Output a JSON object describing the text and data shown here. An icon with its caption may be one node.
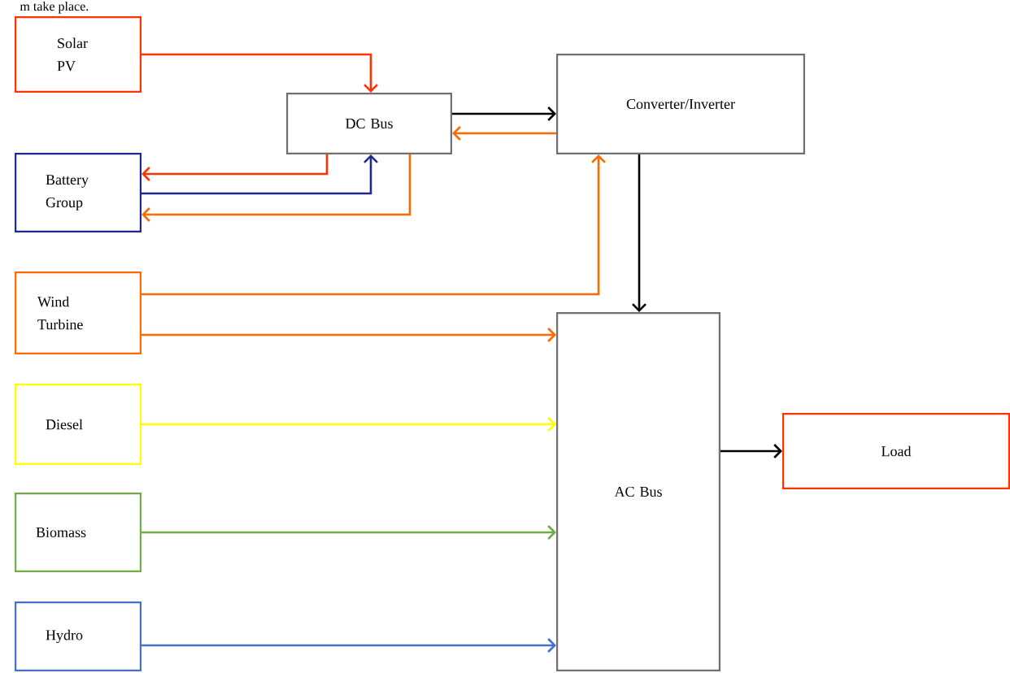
{
  "diagram": {
    "nodes": [
      {
        "text": [
          "Solar PV"
        ]
      },
      {
        "text": [
          "DC Bus"
        ]
      },
      {
        "text": [
          "Battery Group"
        ]
      },
      {
        "text": [
          "Converter/Inverter"
        ]
      },
      {
        "text": [
          "Wind Turbine"
        ]
      },
      {
        "text": [
          "Diesel"
        ]
      },
      {
        "text": [
          "Biomass"
        ]
      },
      {
        "text": [
          "Hydro"
        ]
      },
      {
        "text": [
          "AC Bus"
        ]
      },
      {
        "text": [
          "Load"
        ]
      }
    ],
    "edges": [
      {
        "from": 0,
        "to": 1,
        "arrow": "to",
        "color": "#ff3300"
      },
      {
        "from": 1,
        "to": 2,
        "arrow": "to",
        "color": "#ff3300"
      },
      {
        "from": 2,
        "to": 1,
        "arrow": "to",
        "color": "#1f2a8a"
      },
      {
        "from": 1,
        "to": 2,
        "arrow": "to",
        "color": "#ff6a00"
      },
      {
        "from": 1,
        "to": 3,
        "arrow": "to",
        "color": "#000000"
      },
      {
        "from": 3,
        "to": 1,
        "arrow": "to",
        "color": "#ff6a00"
      },
      {
        "from": 4,
        "to": 3,
        "arrow": "to",
        "color": "#ff6a00"
      },
      {
        "from": 4,
        "to": 8,
        "arrow": "to",
        "color": "#ff6a00"
      },
      {
        "from": 5,
        "to": 8,
        "arrow": "to",
        "color": "#ffff00"
      },
      {
        "from": 6,
        "to": 8,
        "arrow": "to",
        "color": "#70ad47"
      },
      {
        "from": 7,
        "to": 8,
        "arrow": "to",
        "color": "#4472c4"
      },
      {
        "from": 3,
        "to": 8,
        "arrow": "to",
        "color": "#000000"
      },
      {
        "from": 8,
        "to": 9,
        "arrow": "to",
        "color": "#000000"
      }
    ],
    "labels": [
      "m take place."
    ]
  }
}
